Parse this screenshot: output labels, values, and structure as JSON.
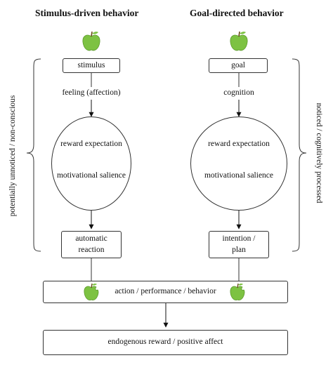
{
  "headings": {
    "left": "Stimulus-driven  behavior",
    "right": "Goal-directed behavior"
  },
  "left": {
    "top_box": "stimulus",
    "edge_label": "feeling  (affection)",
    "circle_top": "reward expectation",
    "circle_bottom": "motivational  salience",
    "bottom_box_line1": "automatic",
    "bottom_box_line2": "reaction"
  },
  "right": {
    "top_box": "goal",
    "edge_label": "cognition",
    "circle_top": "reward expectation",
    "circle_bottom": "motivational  salience",
    "bottom_box_line1": "intention  /",
    "bottom_box_line2": "plan"
  },
  "side_labels": {
    "left": "potentially  unnoticed  /  non-conscious",
    "right": "noticed  /  cognitively  processed"
  },
  "action_box": "action / performance / behavior",
  "reward_box": "endogenous  reward / positive  affect",
  "icons": {
    "apple": "apple-icon",
    "bitten_apple": "bitten-apple-icon",
    "apple_color": "#7dc242"
  }
}
